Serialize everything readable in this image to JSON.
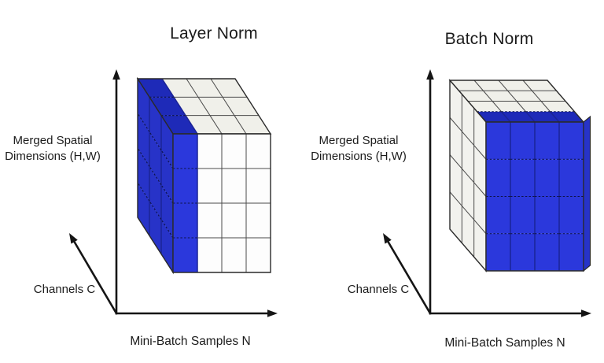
{
  "figure": {
    "background": "#ffffff",
    "panels": [
      {
        "id": "layer-norm",
        "title": "Layer Norm",
        "vertical_axis_label": [
          "Merged Spatial",
          "Dimensions (H,W)"
        ],
        "depth_axis_label": "Channels C",
        "horizontal_axis_label": "Mini-Batch Samples N",
        "highlight": "first-sample-slice",
        "dims": {
          "samples_n": 4,
          "spatial_rows": 4,
          "channels_depth": 3
        }
      },
      {
        "id": "batch-norm",
        "title": "Batch Norm",
        "vertical_axis_label": [
          "Merged Spatial",
          "Dimensions (H,W)"
        ],
        "depth_axis_label": "Channels C",
        "horizontal_axis_label": "Mini-Batch Samples N",
        "highlight": "front-channel-slice",
        "dims": {
          "samples_n": 4,
          "spatial_rows": 4,
          "channels_depth": 3
        }
      }
    ],
    "colors": {
      "highlight_front": "#2B38DC",
      "highlight_side": "#2733C8",
      "highlight_top": "#1E2AB8",
      "face_white": "#FDFDFD",
      "face_top": "#F0F0EA",
      "face_side_white": "#F2F2EE",
      "grid_gray": "#4A4A4A",
      "grid_blue_solid": "#1B2496",
      "grid_blue_dash": "#0E1348",
      "outline": "#2A2A2A",
      "axis": "#151515",
      "text": "#1B1B1B"
    }
  }
}
